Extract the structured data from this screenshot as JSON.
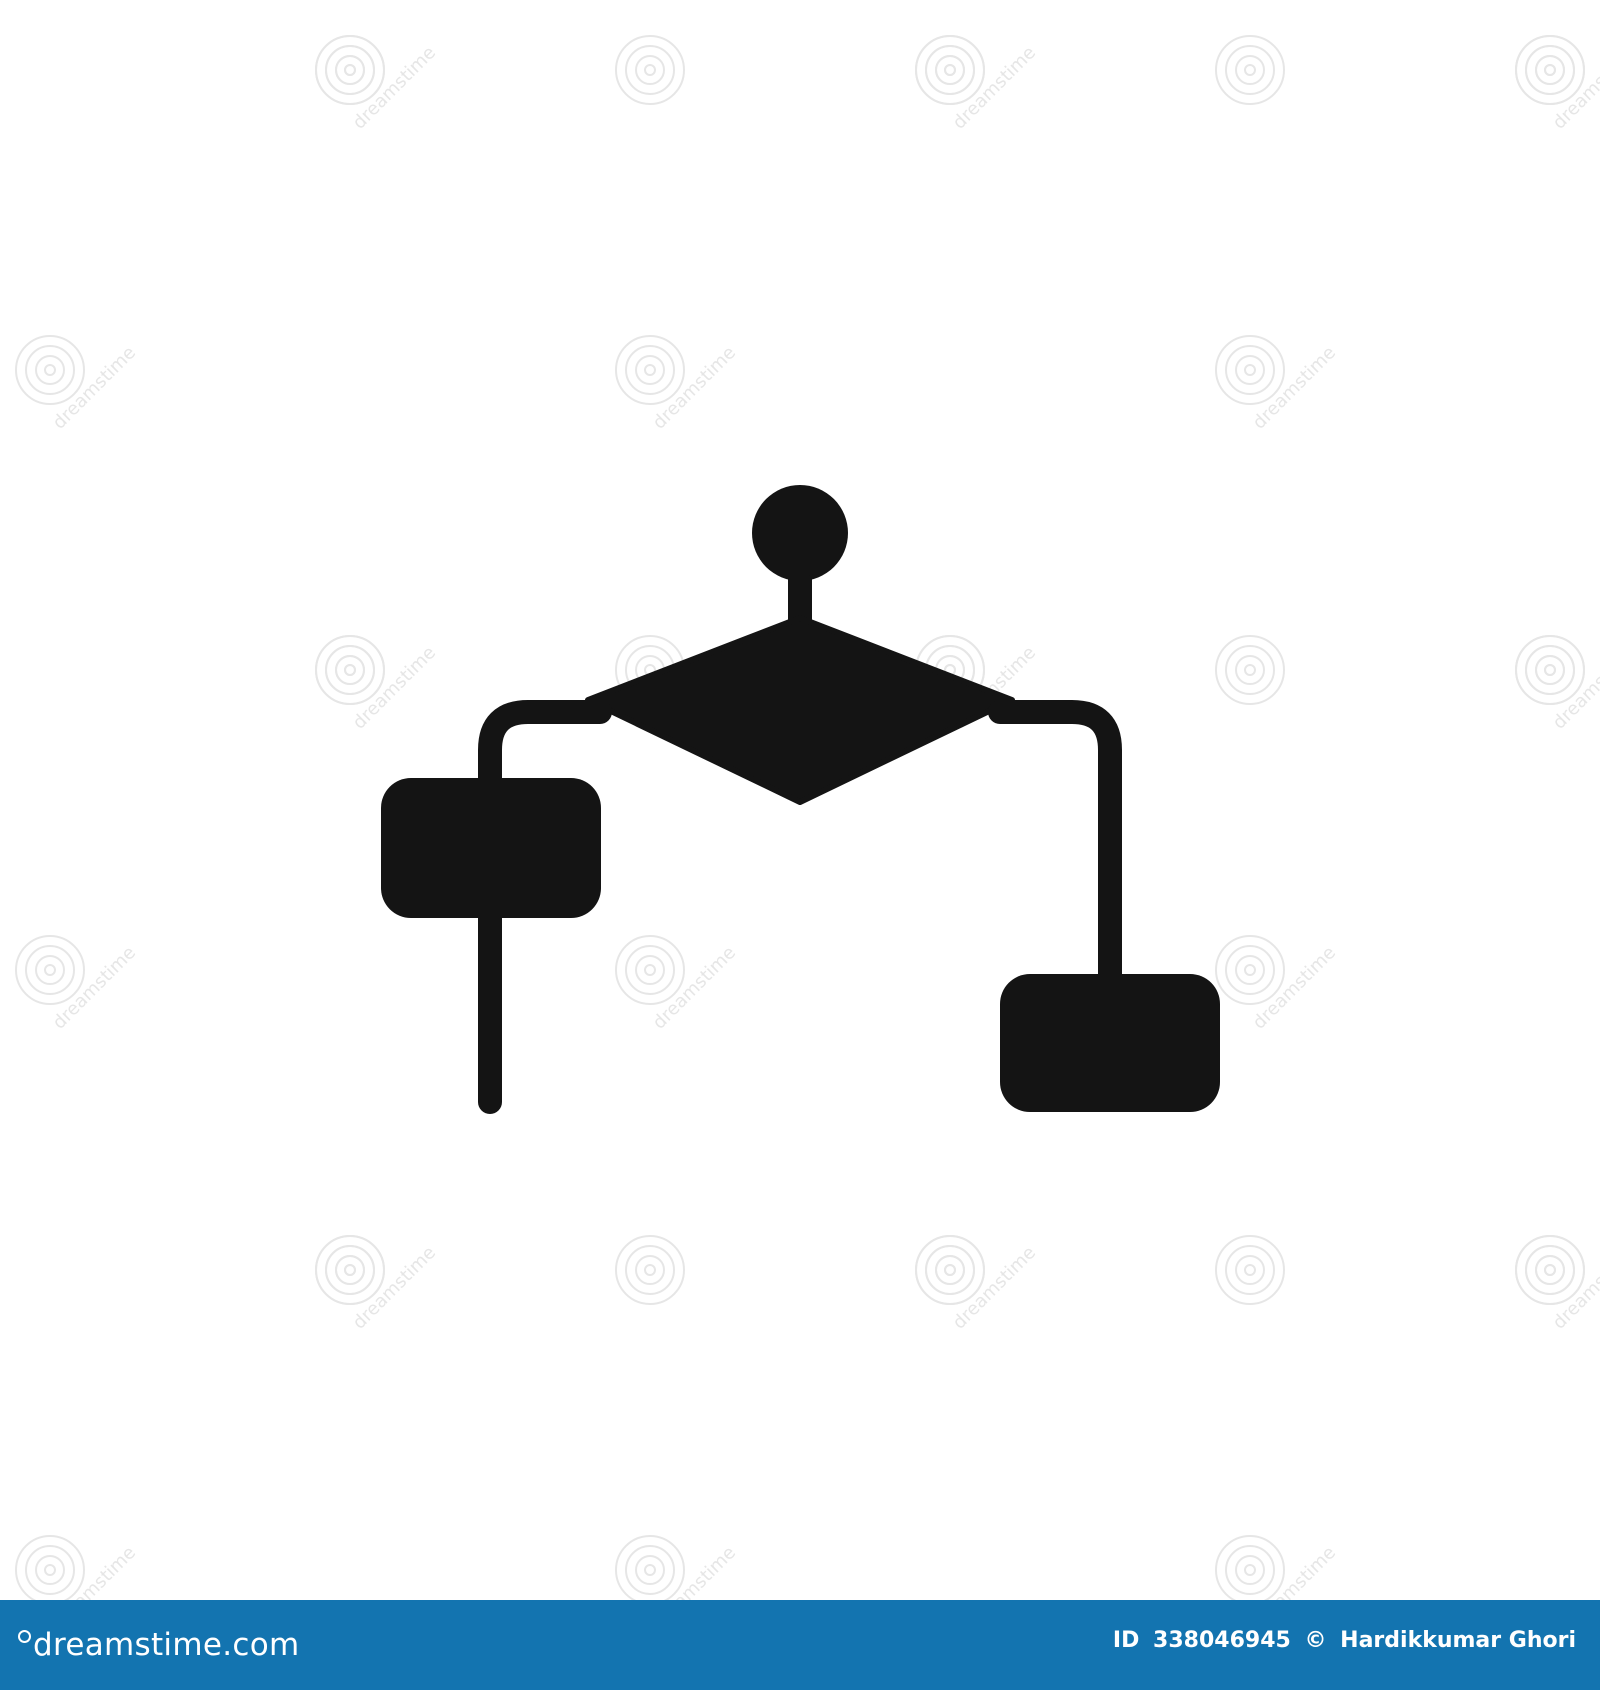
{
  "image": {
    "subject": "flowchart-icon",
    "icon_color": "#141414",
    "background_color": "#ffffff",
    "watermark_color": "#e6e6e6"
  },
  "watermark": {
    "text": "dreamstime"
  },
  "footer": {
    "background_color": "#1374b0",
    "brand_prefix": "dreamstime",
    "brand_suffix": ".com",
    "id_label": "ID",
    "id_value": "338046945",
    "copyright_symbol": "©",
    "author": "Hardikkumar Ghori"
  }
}
